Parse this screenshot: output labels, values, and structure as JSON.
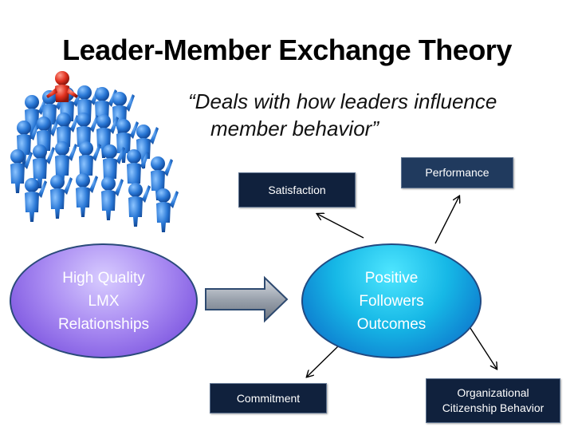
{
  "slide": {
    "title": "Leader-Member Exchange Theory",
    "quote": {
      "open_mark": "“",
      "line1": "Deals with how leaders influence",
      "line2": "member behavior",
      "close_mark": "”"
    },
    "source_node": {
      "line1": "High Quality",
      "line2": "LMX",
      "line3": "Relationships"
    },
    "center_node": {
      "line1": "Positive",
      "line2": "Followers",
      "line3": "Outcomes"
    },
    "outcomes": {
      "satisfaction": "Satisfaction",
      "performance": "Performance",
      "commitment": "Commitment",
      "ocb_line1": "Organizational",
      "ocb_line2": "Citizenship Behavior"
    },
    "colors": {
      "box_fill": "#10213d",
      "leader_figure": "#e0301e",
      "crowd_figures": "#2a78d6"
    },
    "image": {
      "name": "crowd-with-leader-illustration"
    }
  }
}
